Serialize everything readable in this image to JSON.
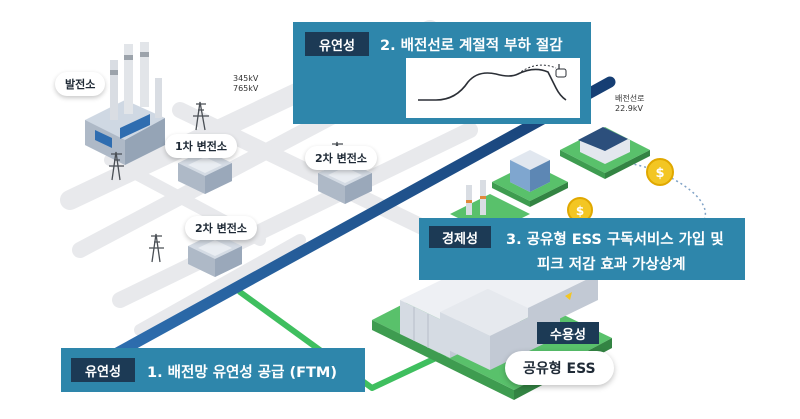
{
  "panels": {
    "top": {
      "tag": "유연성",
      "title": "2. 배전선로 계절적 부하 절감"
    },
    "right": {
      "tag": "경제성",
      "line1": "3. 공유형 ESS 구독서비스 가입 및",
      "line2": "피크 저감 효과 가상상계"
    },
    "bottom": {
      "tag": "유연성",
      "title": "1. 배전망 유연성 공급 (FTM)"
    },
    "ess": {
      "tag": "수용성",
      "label": "공유형 ESS"
    }
  },
  "labels": {
    "plant": "발전소",
    "sub1": "1차 변전소",
    "sub2a": "2차 변전소",
    "sub2b": "2차 변전소",
    "volt1": "345kV",
    "volt2": "765kV",
    "line_name": "배전선로",
    "line_volt": "22.9kV"
  },
  "icons": {
    "coin": "$",
    "cursor": "hand-cursor-icon"
  },
  "colors": {
    "panel": "#2e86ab",
    "tag": "#1c3a55",
    "line": "#1f5f9a",
    "green": "#3fbf5f",
    "ground": "#ececee",
    "coin": "#f3c623"
  }
}
